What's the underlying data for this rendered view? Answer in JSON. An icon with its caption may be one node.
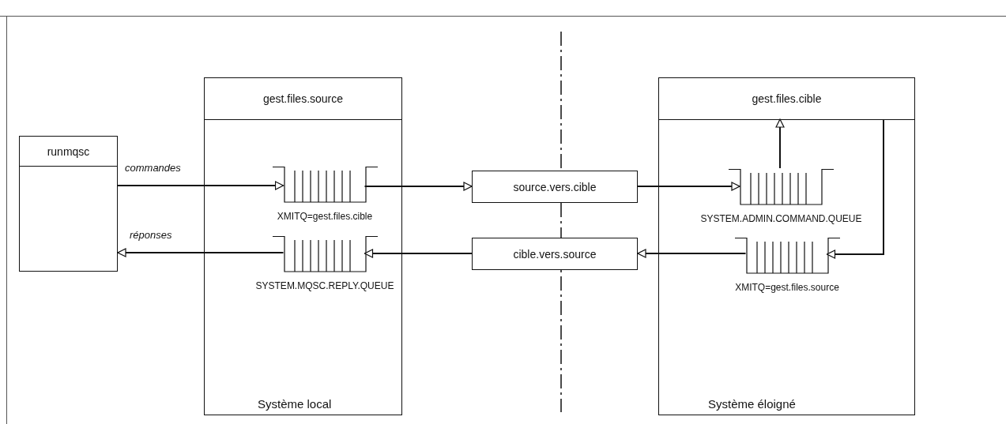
{
  "diagram": {
    "nodes": [
      {
        "text": [
          "runmqsc"
        ]
      },
      {
        "text": [
          "gest.files.source"
        ]
      },
      {
        "text": [
          "XMITQ=gest.files.cible"
        ],
        "in": 1
      },
      {
        "text": [
          "SYSTEM.MQSC.REPLY.QUEUE"
        ],
        "in": 1
      },
      {
        "text": [
          "source.vers.cible"
        ]
      },
      {
        "text": [
          "cible.vers.source"
        ]
      },
      {
        "text": [
          "gest.files.cible"
        ]
      },
      {
        "text": [
          "SYSTEM.ADMIN.COMMAND.QUEUE"
        ],
        "in": 6
      },
      {
        "text": [
          "XMITQ=gest.files.source"
        ],
        "in": 6
      }
    ],
    "edges": [
      {
        "from": 0,
        "to": 2,
        "arrow": "to",
        "label": "commandes"
      },
      {
        "from": 2,
        "to": 4,
        "arrow": "to"
      },
      {
        "from": 4,
        "to": 7,
        "arrow": "to"
      },
      {
        "from": 7,
        "to": 6,
        "arrow": "to"
      },
      {
        "from": 6,
        "to": 8,
        "arrow": "to"
      },
      {
        "from": 8,
        "to": 5,
        "arrow": "to"
      },
      {
        "from": 5,
        "to": 3,
        "arrow": "to"
      },
      {
        "from": 3,
        "to": 0,
        "arrow": "to",
        "label": "réponses"
      }
    ],
    "labels": [
      "Système local",
      "Système éloigné"
    ]
  }
}
